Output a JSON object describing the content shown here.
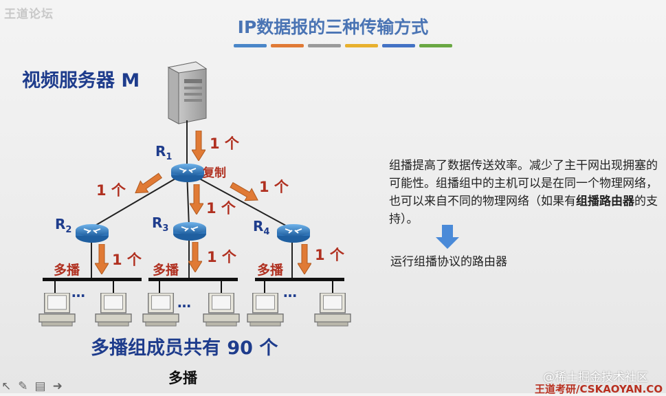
{
  "watermark_top": "王道论坛",
  "title": "IP数据报的三种传输方式",
  "title_bar_colors": [
    "#4a86c8",
    "#e07a35",
    "#9a9a9a",
    "#e8b02e",
    "#4372c4",
    "#6aa843"
  ],
  "server_label": "视频服务器 M",
  "routers": {
    "r1": {
      "main": "R",
      "sub": "1"
    },
    "r2": {
      "main": "R",
      "sub": "2"
    },
    "r3": {
      "main": "R",
      "sub": "3"
    },
    "r4": {
      "main": "R",
      "sub": "4"
    }
  },
  "count_label": "1 个",
  "copy_label": "复制",
  "multicast_label": "多播",
  "dots": "…",
  "members_text": "多播组成员共有 90 个",
  "caption": "多播",
  "description": {
    "part1": "组播提高了数据传送效率。减少了主干网出现拥塞的可能性。组播组中的主机可以是在同一个物理网络，也可以来自不同的物理网络（如果有",
    "bold": "组播路由器",
    "part2": "的支持）。"
  },
  "router_note": "运行组播协议的路由器",
  "watermark_juejin": "@稀土掘金技术社区",
  "watermark_wangdao": "王道考研/CSKAOYAN.CO",
  "colors": {
    "arrow": "#e07a35",
    "note_arrow": "#4a8ad8",
    "router": "#3a86c8",
    "line": "#222222"
  }
}
